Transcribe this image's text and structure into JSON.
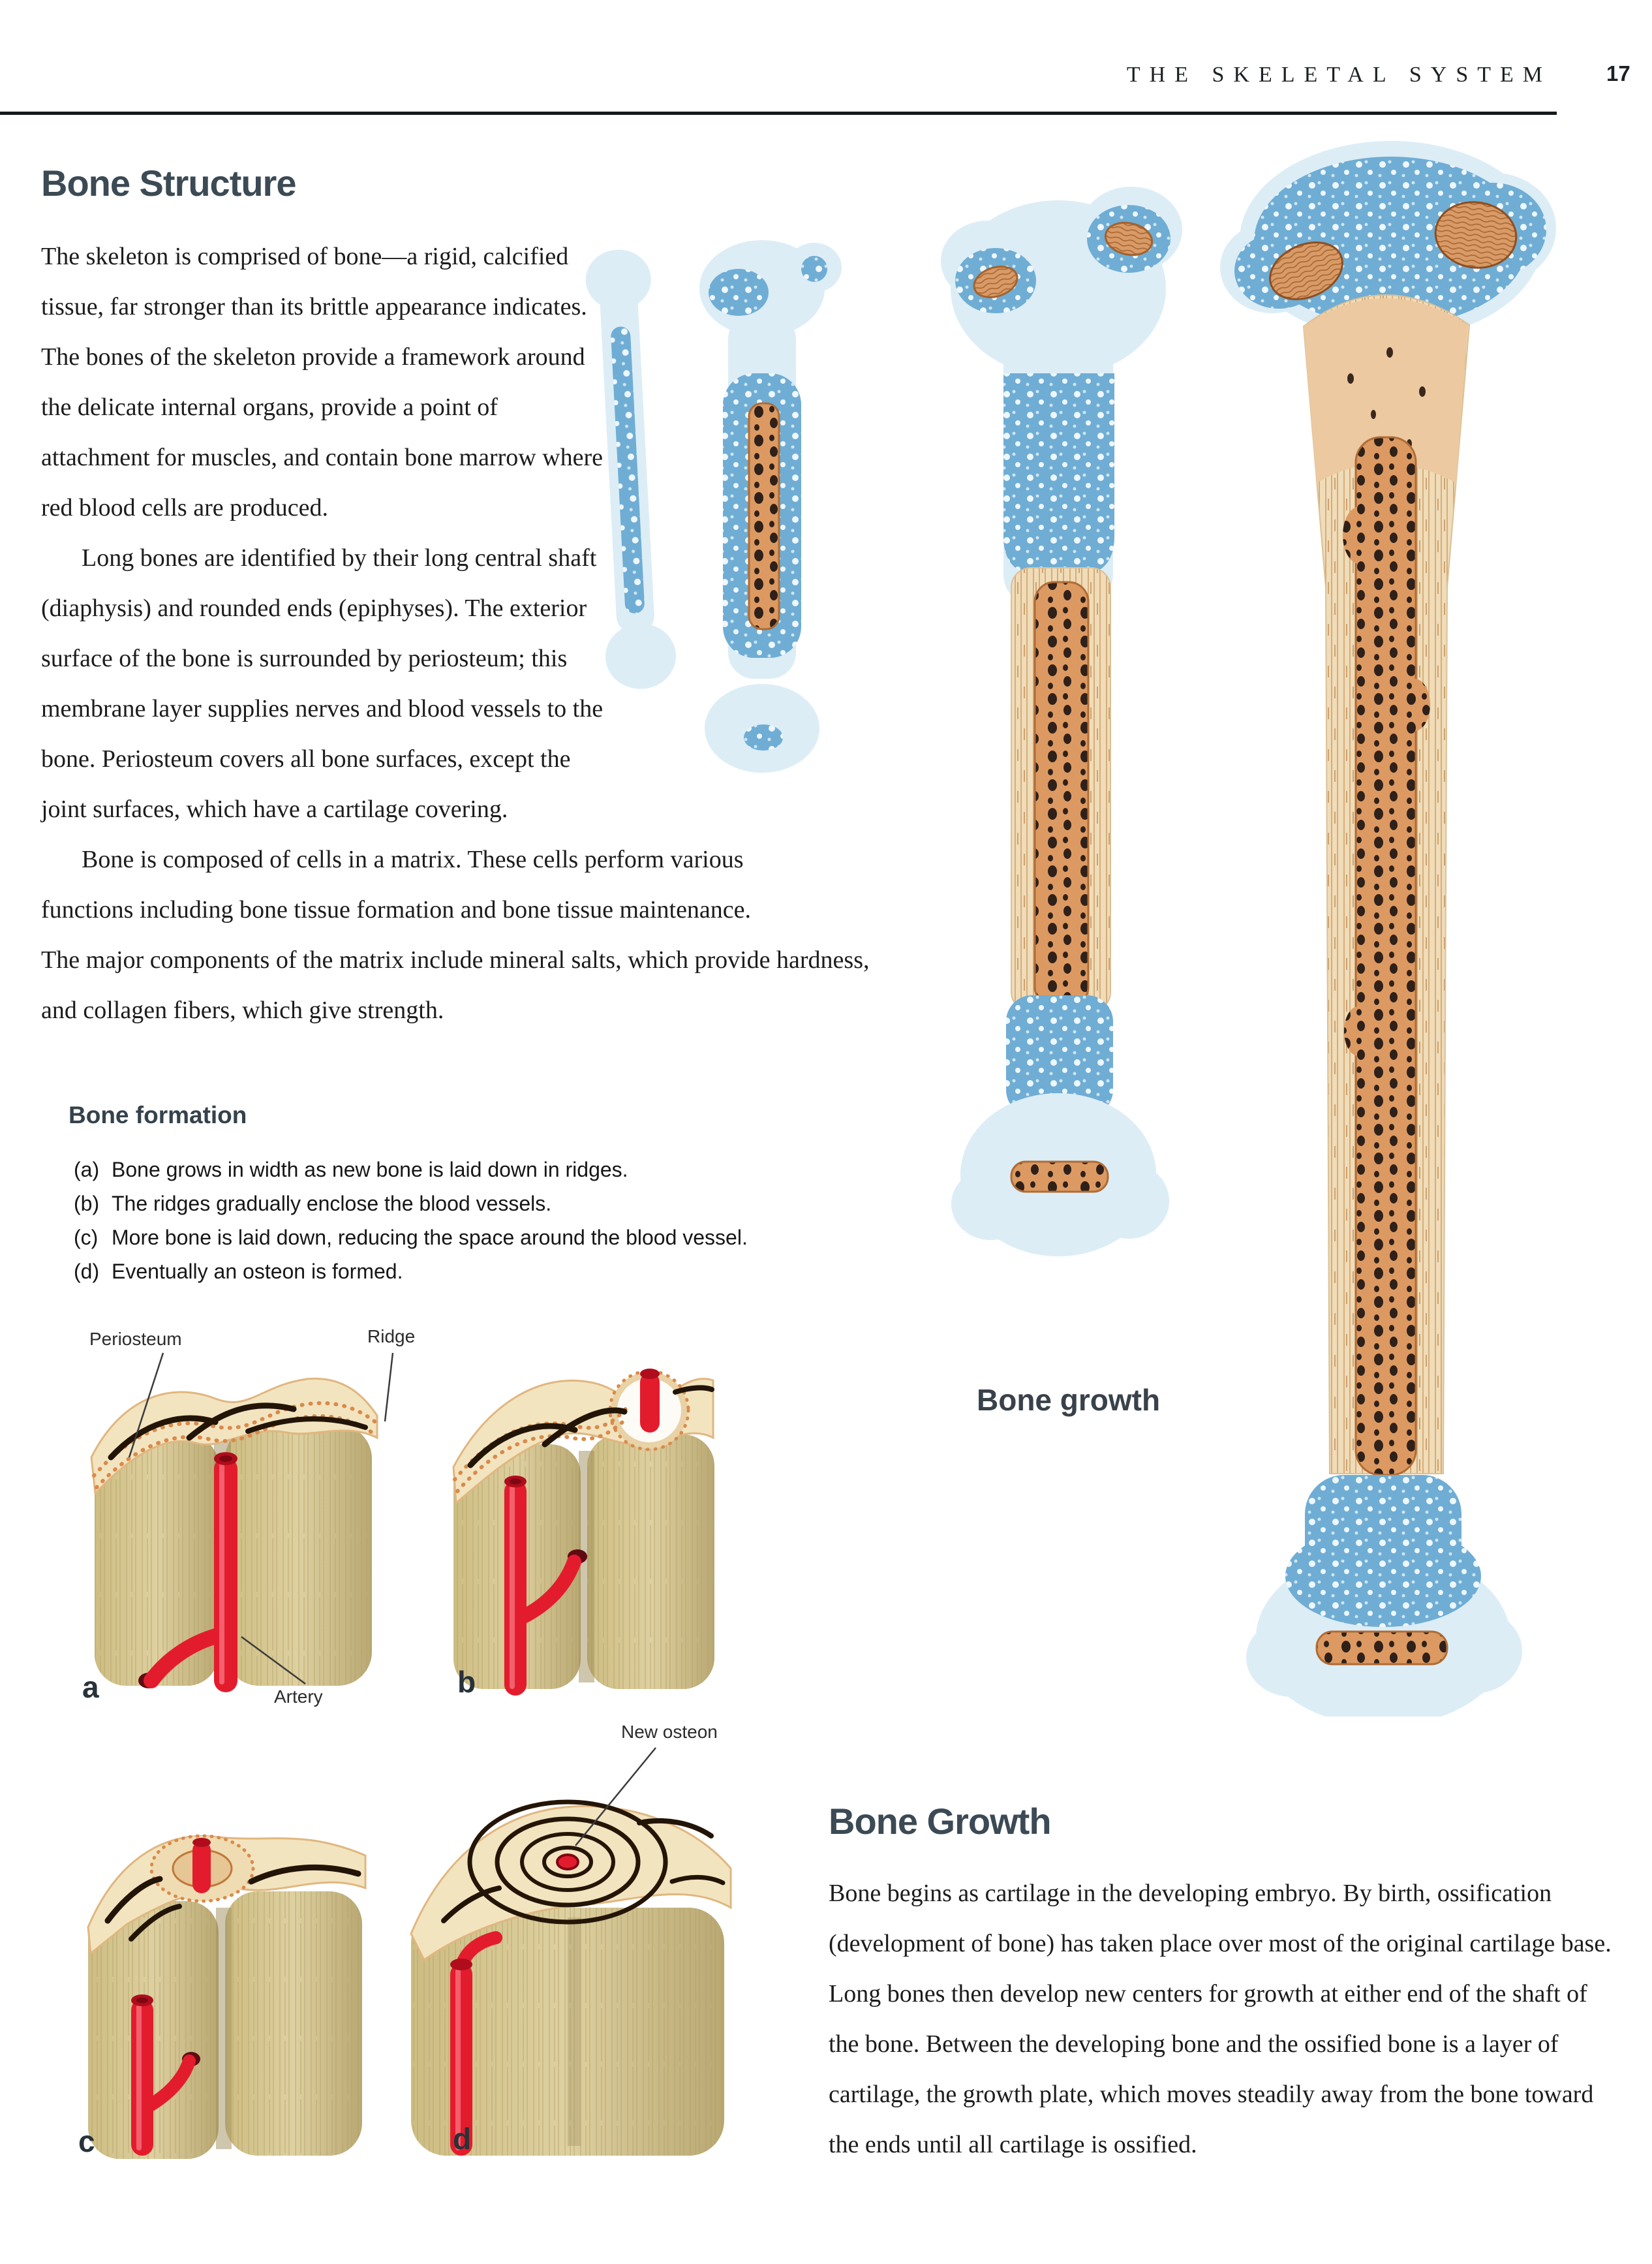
{
  "header": {
    "title": "THE SKELETAL SYSTEM",
    "page_number": "17"
  },
  "bone_structure": {
    "heading": "Bone Structure",
    "paragraphs": [
      "The skeleton is comprised of bone—a rigid, calcified tissue, far stronger than its brittle appearance indicates. The bones of the skeleton provide a framework around the delicate internal organs, provide a point of attachment for muscles, and contain bone marrow where red blood cells are produced.",
      "Long bones are identified by their long central shaft (diaphysis) and rounded ends (epiphyses). The exterior surface of the bone is surrounded by periosteum; this membrane layer supplies nerves and blood vessels to the bone. Periosteum covers all bone surfaces, except the joint surfaces, which have a cartilage covering.",
      "Bone is composed of cells in a matrix. These cells perform various functions including bone tissue formation and bone tissue maintenance. The major components of the matrix include mineral salts, which provide hardness, and collagen fibers, which give strength."
    ]
  },
  "bone_formation": {
    "heading": "Bone formation",
    "items": [
      {
        "label": "(a)",
        "text": "Bone grows in width as new bone is laid down in ridges."
      },
      {
        "label": "(b)",
        "text": "The ridges gradually enclose the blood vessels."
      },
      {
        "label": "(c)",
        "text": "More bone is laid down, reducing the space around the blood vessel."
      },
      {
        "label": "(d)",
        "text": "Eventually an osteon is formed."
      }
    ]
  },
  "formation_figure": {
    "periosteum_label": "Periosteum",
    "ridge_label": "Ridge",
    "artery_label": "Artery",
    "new_osteon_label": "New osteon",
    "letter_a": "a",
    "letter_b": "b",
    "letter_c": "c",
    "letter_d": "d"
  },
  "growth_figure": {
    "caption": "Bone growth"
  },
  "bone_growth": {
    "heading": "Bone Growth",
    "paragraph": "Bone begins as cartilage in the developing embryo. By birth, ossification (development of bone) has taken place over most of the original cartilage base. Long bones then develop new centers for growth at either end of the shaft of the bone. Between the developing bone and the ossified bone is a layer of cartilage, the growth plate, which moves steadily away from the bone toward the ends until all cartilage is ossified."
  },
  "colors": {
    "heading": "#3b4a54",
    "body_text": "#1c1c1c",
    "cartilage_pale_blue": "#dcedf6",
    "cartilage_stipple_blue": "#6fadd4",
    "marrow_orange": "#dc9a62",
    "marrow_hole_dark": "#2f2019",
    "bone_shaft_tan": "#f0dcb8",
    "block_khaki": "#cdbd82",
    "block_top_cream": "#f3e4c0",
    "rim_orange": "#d98a4a",
    "artery_red": "#e31c2d"
  }
}
